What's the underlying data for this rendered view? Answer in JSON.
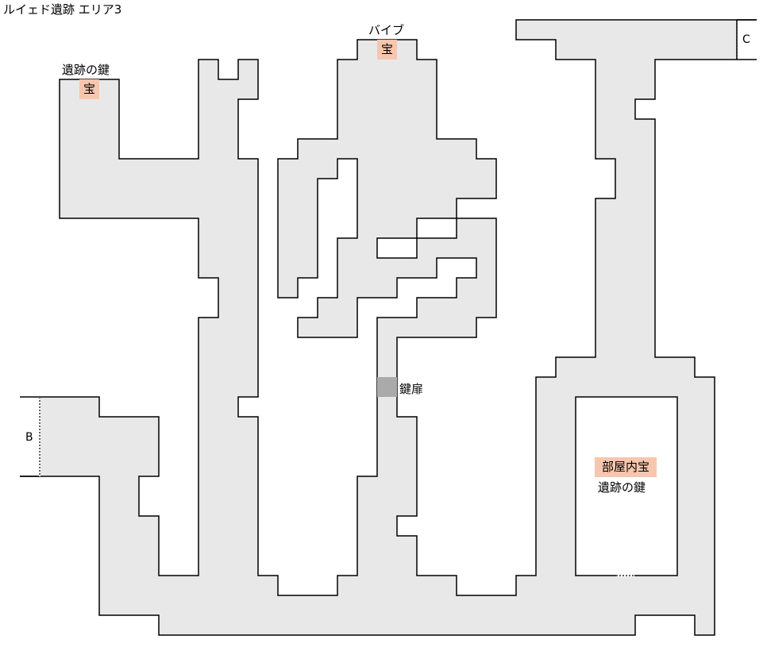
{
  "title": "ルイェド遺跡 エリア3",
  "colors": {
    "floor": "#e8e8e8",
    "treasure": "#f7c6ae",
    "key_door": "#aaaaaa"
  },
  "treasures": [
    {
      "item": "遺跡の鍵",
      "marker": "宝"
    },
    {
      "item": "バイブ",
      "marker": "宝"
    },
    {
      "item": "遺跡の鍵",
      "marker": "部屋内宝"
    }
  ],
  "key_door": {
    "label": "鍵扉"
  },
  "exits": [
    {
      "label": "B"
    },
    {
      "label": "C"
    }
  ]
}
